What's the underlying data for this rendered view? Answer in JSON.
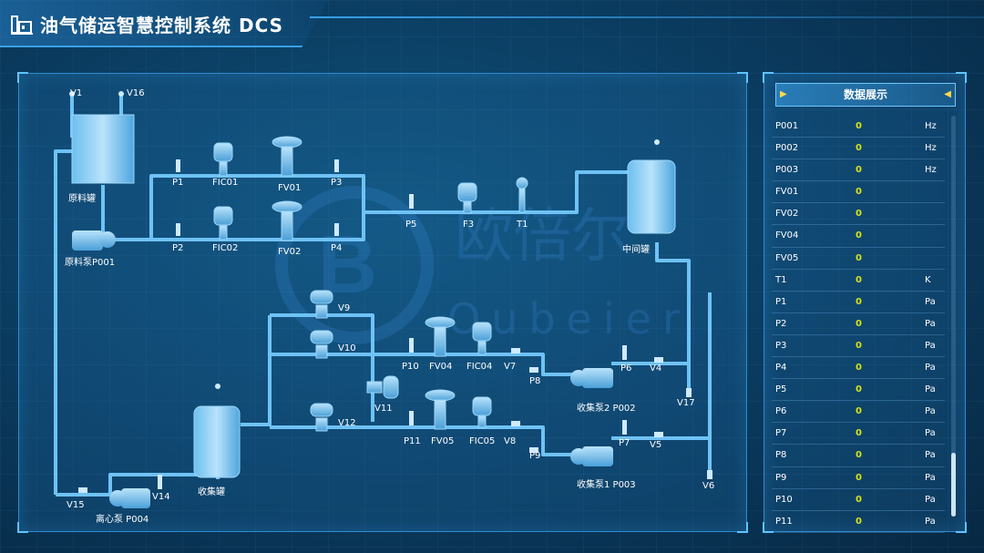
{
  "header": {
    "title": "油气储运智慧控制系统 DCS"
  },
  "watermark": {
    "brand_cn": "欧倍尔",
    "brand_en": "Oubeier"
  },
  "diagram": {
    "labels": {
      "v1": "V1",
      "v16": "V16",
      "raw_tank": "原料罐",
      "raw_pump": "原料泵P001",
      "p1": "P1",
      "fic01": "FIC01",
      "fv01": "FV01",
      "p3": "P3",
      "p2": "P2",
      "fic02": "FIC02",
      "fv02": "FV02",
      "p4": "P4",
      "p5": "P5",
      "f3": "F3",
      "t1": "T1",
      "mid_tank": "中间罐",
      "v9": "V9",
      "v10": "V10",
      "p10": "P10",
      "fv04": "FV04",
      "fic04": "FIC04",
      "v7": "V7",
      "p8": "P8",
      "p6": "P6",
      "v4": "V4",
      "pump2": "收集泵2 P002",
      "v17": "V17",
      "v11": "V11",
      "v12": "V12",
      "p11": "P11",
      "fv05": "FV05",
      "fic05": "FIC05",
      "v8": "V8",
      "p9": "P9",
      "p7": "P7",
      "v5": "V5",
      "pump1": "收集泵1 P003",
      "v6": "V6",
      "collect_tank": "收集罐",
      "v15": "V15",
      "v14": "V14",
      "centrifugal_pump": "离心泵 P004"
    }
  },
  "data_panel": {
    "title": "数据展示",
    "rows": [
      {
        "name": "P001",
        "value": "0",
        "unit": "Hz"
      },
      {
        "name": "P002",
        "value": "0",
        "unit": "Hz"
      },
      {
        "name": "P003",
        "value": "0",
        "unit": "Hz"
      },
      {
        "name": "FV01",
        "value": "0",
        "unit": ""
      },
      {
        "name": "FV02",
        "value": "0",
        "unit": ""
      },
      {
        "name": "FV04",
        "value": "0",
        "unit": ""
      },
      {
        "name": "FV05",
        "value": "0",
        "unit": ""
      },
      {
        "name": "T1",
        "value": "0",
        "unit": "K"
      },
      {
        "name": "P1",
        "value": "0",
        "unit": "Pa"
      },
      {
        "name": "P2",
        "value": "0",
        "unit": "Pa"
      },
      {
        "name": "P3",
        "value": "0",
        "unit": "Pa"
      },
      {
        "name": "P4",
        "value": "0",
        "unit": "Pa"
      },
      {
        "name": "P5",
        "value": "0",
        "unit": "Pa"
      },
      {
        "name": "P6",
        "value": "0",
        "unit": "Pa"
      },
      {
        "name": "P7",
        "value": "0",
        "unit": "Pa"
      },
      {
        "name": "P8",
        "value": "0",
        "unit": "Pa"
      },
      {
        "name": "P9",
        "value": "0",
        "unit": "Pa"
      },
      {
        "name": "P10",
        "value": "0",
        "unit": "Pa"
      },
      {
        "name": "P11",
        "value": "0",
        "unit": "Pa"
      }
    ]
  },
  "colors": {
    "accent": "#3aa0e8",
    "value": "#d6e21a",
    "pipe": "#6fc2f5"
  }
}
